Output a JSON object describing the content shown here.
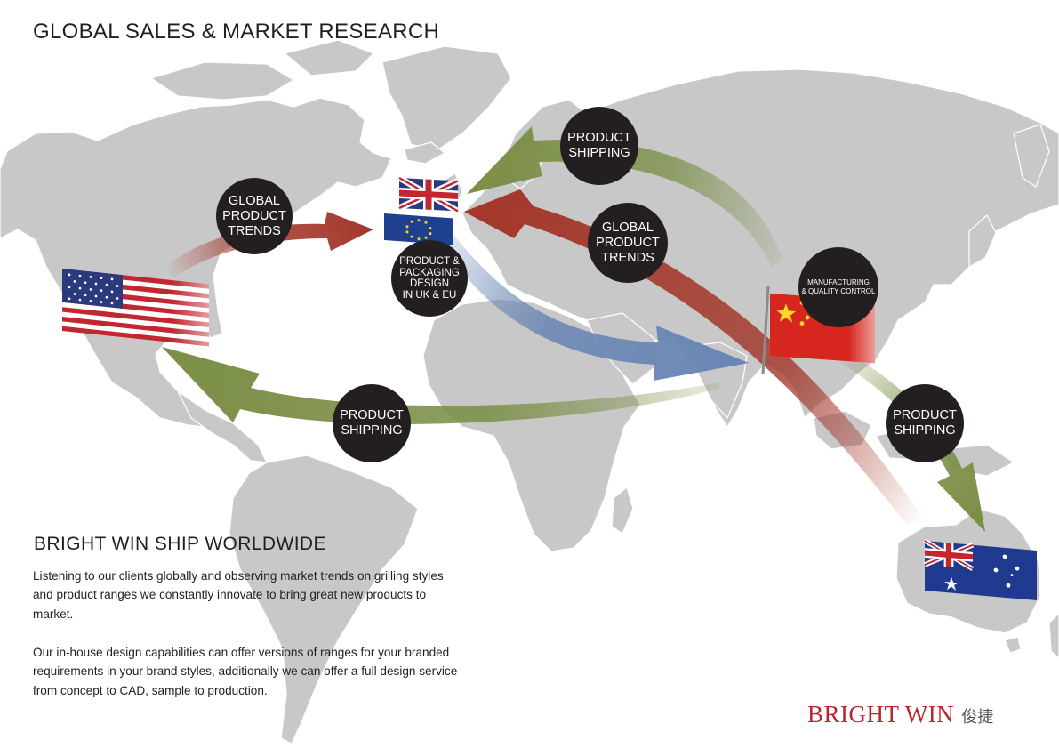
{
  "header": {
    "title": "GLOBAL SALES & MARKET RESEARCH"
  },
  "bubbles": {
    "global_trends_us": "GLOBAL\nPRODUCT\nTRENDS",
    "product_packaging": "PRODUCT &\nPACKAGING\nDESIGN\nIN UK & EU",
    "shipping_top": "PRODUCT\nSHIPPING",
    "global_trends_cn": "GLOBAL\nPRODUCT\nTRENDS",
    "manufacturing": "MANUFACTURING\n& QUALITY CONTROL",
    "shipping_mid": "PRODUCT\nSHIPPING",
    "shipping_aus": "PRODUCT\nSHIPPING"
  },
  "section": {
    "heading": "BRIGHT WIN SHIP WORLDWIDE",
    "paragraph_1": "Listening to our clients globally and observing market trends on grilling styles and product ranges we constantly innovate to bring great new products to market.",
    "paragraph_2": "Our in-house design capabilities can offer versions of ranges for your branded requirements in your brand styles, additionally we can offer a full design service from concept to CAD, sample to production."
  },
  "logo": {
    "english": "BRIGHT WIN",
    "chinese": "俊捷"
  },
  "icons": {
    "flag_us": "united-states-flag",
    "flag_uk": "united-kingdom-flag",
    "flag_eu": "european-union-flag",
    "flag_cn": "china-flag",
    "flag_au": "australia-flag",
    "map": "world-map"
  },
  "colors": {
    "map": "#c8c8c9",
    "bubble": "#231f20",
    "arrow_red": "#a3372a",
    "arrow_green": "#7a8e45",
    "arrow_blue": "#6985b4",
    "brand_red": "#b7262c"
  }
}
